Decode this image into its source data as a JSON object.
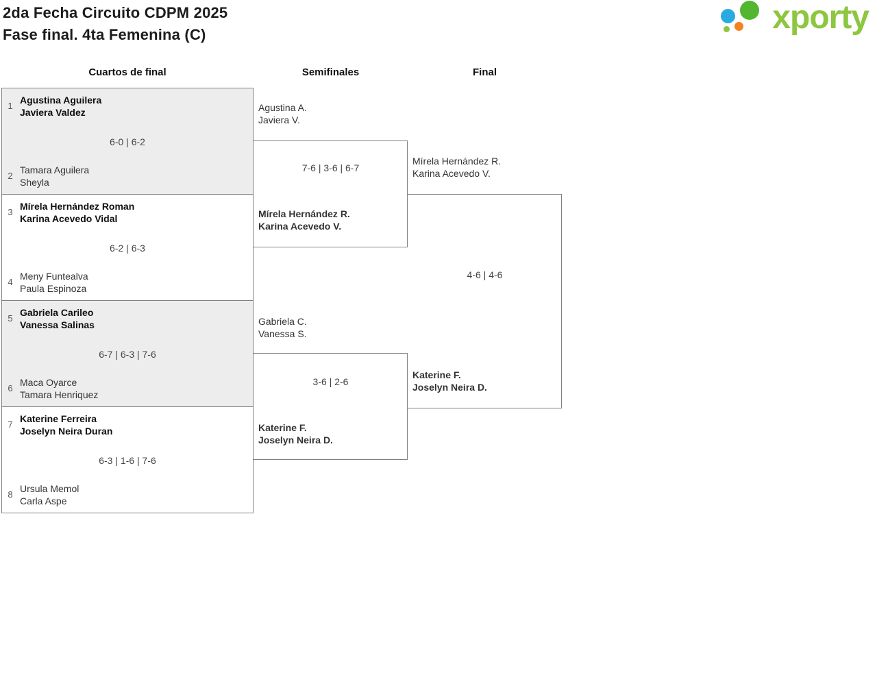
{
  "header": {
    "title_line1": "2da Fecha Circuito CDPM 2025",
    "title_line2": "Fase final. 4ta Femenina (C)",
    "logo": {
      "text": "xporty"
    }
  },
  "round_headers": {
    "quarterfinals": "Cuartos de final",
    "semifinals": "Semifinales",
    "final": "Final"
  },
  "quarterfinals": [
    {
      "seed_top": "1",
      "team_top": [
        "Agustina Aguilera",
        "Javiera Valdez"
      ],
      "score": "6-0 | 6-2",
      "seed_bottom": "2",
      "team_bottom": [
        "Tamara Aguilera",
        "Sheyla"
      ]
    },
    {
      "seed_top": "3",
      "team_top": [
        "Mírela Hernández Roman",
        "Karina Acevedo Vidal"
      ],
      "score": "6-2 | 6-3",
      "seed_bottom": "4",
      "team_bottom": [
        "Meny Funtealva",
        "Paula Espinoza"
      ]
    },
    {
      "seed_top": "5",
      "team_top": [
        "Gabriela Carileo",
        "Vanessa Salinas"
      ],
      "score": "6-7 | 6-3 | 7-6",
      "seed_bottom": "6",
      "team_bottom": [
        "Maca Oyarce",
        "Tamara Henriquez"
      ]
    },
    {
      "seed_top": "7",
      "team_top": [
        "Katerine Ferreira",
        "Joselyn Neira Duran"
      ],
      "score": "6-3 | 1-6 | 7-6",
      "seed_bottom": "8",
      "team_bottom": [
        "Ursula Memol",
        "Carla Aspe"
      ]
    }
  ],
  "semifinals": [
    {
      "team_top": [
        "Agustina A.",
        "Javiera V."
      ],
      "score": "7-6 | 3-6 | 6-7",
      "winner": [
        "Mírela Hernández R.",
        "Karina Acevedo V."
      ]
    },
    {
      "team_top": [
        "Gabriela C.",
        "Vanessa S."
      ],
      "score": "3-6 | 2-6",
      "winner": [
        "Katerine F.",
        "Joselyn Neira D."
      ]
    }
  ],
  "final": {
    "team_top": [
      "Mírela Hernández R.",
      "Karina Acevedo V."
    ],
    "score": "4-6 | 4-6",
    "winner": [
      "Katerine F.",
      "Joselyn Neira D."
    ]
  },
  "colors": {
    "brand_green": "#8DC63F",
    "dot_green_large": "#52B62E",
    "dot_blue": "#29ABE2",
    "dot_orange": "#F58220",
    "shaded_box": "#EDEDED",
    "bracket_line": "#808080"
  }
}
